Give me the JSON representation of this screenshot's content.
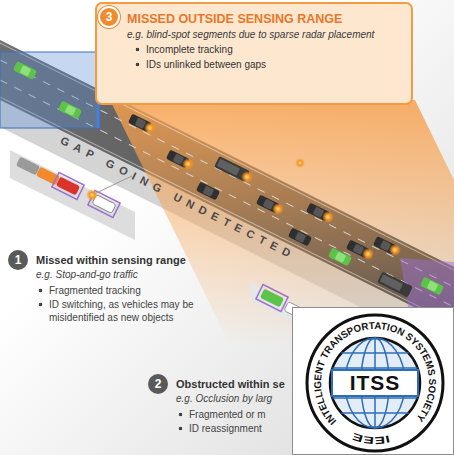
{
  "diagram": {
    "nodes": [
      {
        "text": [
          "MISSED OUTSIDE SENSING RANGE",
          "e.g. blind-spot segments due to sparse radar placement",
          "Incomplete tracking",
          "IDs unlinked between gaps"
        ]
      },
      {
        "text": [
          "3"
        ],
        "in": 0
      },
      {
        "text": [
          "1"
        ]
      },
      {
        "text": [
          "2"
        ]
      },
      {
        "text": [
          "ITSS"
        ]
      }
    ],
    "labels": [
      "GAP GOING UNDETECTED",
      "Missed within sensing range",
      "e.g. Stop-and-go traffic",
      "Fragmented tracking",
      "ID switching, as vehicles may be misidentified as new objects",
      "Obstructed within se",
      "e.g. Occlusion by larg",
      "Fragmented or m",
      "ID reassignment",
      "INTELLIGENT TRANSPORTATION SYSTEMS SOCIETY",
      "IEEE"
    ]
  }
}
